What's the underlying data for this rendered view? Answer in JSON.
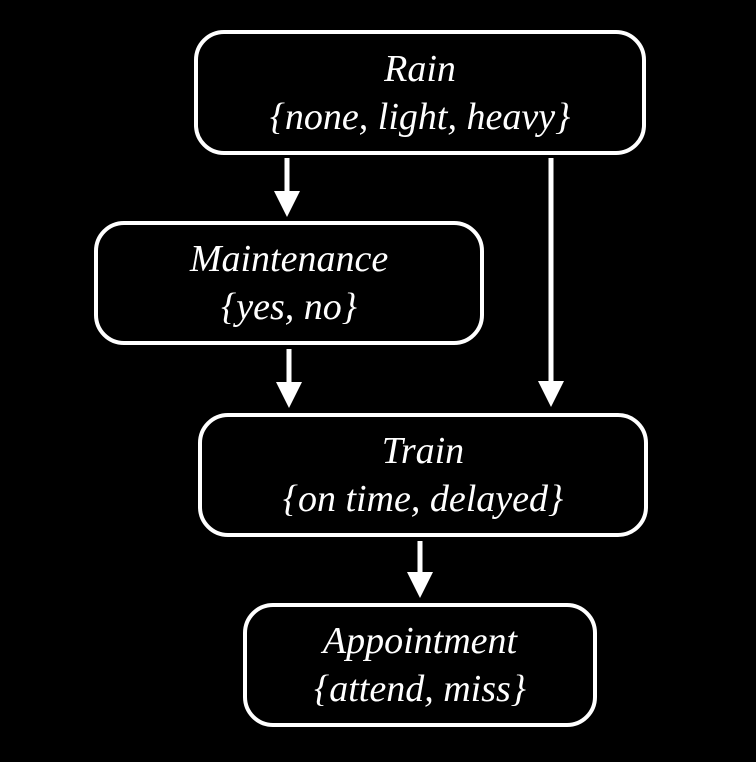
{
  "diagram": {
    "type": "bayesian-network",
    "colors": {
      "background": "#000000",
      "node_fill": "#000000",
      "node_border": "#ffffff",
      "text": "#ffffff",
      "arrow": "#ffffff"
    },
    "nodes": [
      {
        "id": "rain",
        "label": "Rain",
        "states": "{none, light, heavy}"
      },
      {
        "id": "maintenance",
        "label": "Maintenance",
        "states": "{yes, no}"
      },
      {
        "id": "train",
        "label": "Train",
        "states": "{on time, delayed}"
      },
      {
        "id": "appointment",
        "label": "Appointment",
        "states": "{attend, miss}"
      }
    ],
    "edges": [
      {
        "from": "rain",
        "to": "maintenance"
      },
      {
        "from": "rain",
        "to": "train"
      },
      {
        "from": "maintenance",
        "to": "train"
      },
      {
        "from": "train",
        "to": "appointment"
      }
    ]
  }
}
